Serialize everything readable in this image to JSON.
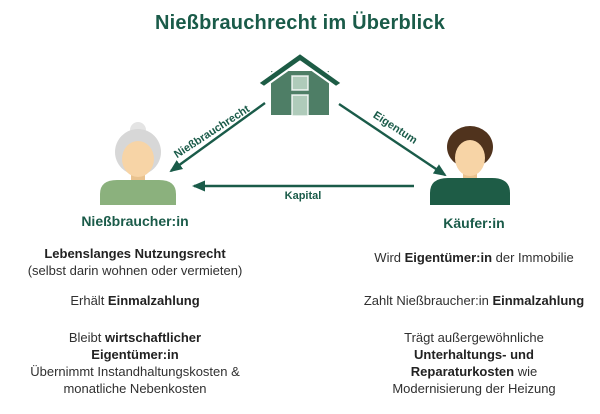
{
  "title": "Nießbrauchrecht im Überblick",
  "colors": {
    "bg": "#FFFFFF",
    "primary": "#1A5B49",
    "text": "#303030",
    "house_body": "#4E7E66",
    "house_roof": "#1D5C45",
    "house_window": "#AFCBBA",
    "skin": "#F7D4A6",
    "skin_shadow": "#E9C28E",
    "hair_gray": "#D7D7D7",
    "hair_gray_light": "#E4E4E4",
    "hair_brown": "#50331D",
    "shirt_sage": "#8BB17D",
    "shirt_dark": "#1E5C46"
  },
  "icons": {
    "house": "house-icon",
    "usufructuary": "elderly-woman-avatar-icon",
    "buyer": "young-man-avatar-icon"
  },
  "arrows": {
    "usufruct": {
      "label": "Nießbrauchrecht"
    },
    "ownership": {
      "label": "Eigentum"
    },
    "capital": {
      "label": "Kapital"
    }
  },
  "usufructuary": {
    "name": "Nießbraucher:in",
    "items": [
      [
        {
          "t": "Lebenslanges Nutzungsrecht",
          "b": true
        },
        {
          "br": true
        },
        {
          "t": "(selbst darin wohnen oder vermieten)"
        }
      ],
      [
        {
          "t": "Erhält "
        },
        {
          "t": "Einmalzahlung",
          "b": true
        }
      ],
      [
        {
          "t": "Bleibt "
        },
        {
          "t": "wirtschaftlicher",
          "b": true
        },
        {
          "br": true
        },
        {
          "t": "Eigentümer:in",
          "b": true
        },
        {
          "br": true
        },
        {
          "t": "Übernimmt Instandhaltungskosten &"
        },
        {
          "br": true
        },
        {
          "t": "monatliche Nebenkosten"
        }
      ]
    ]
  },
  "buyer": {
    "name": "Käufer:in",
    "items": [
      [
        {
          "t": "Wird "
        },
        {
          "t": "Eigentümer:in",
          "b": true
        },
        {
          "t": " der Immobilie"
        }
      ],
      [
        {
          "t": "Zahlt Nießbraucher:in "
        },
        {
          "t": "Einmalzahlung",
          "b": true
        }
      ],
      [
        {
          "t": "Trägt außergewöhnliche"
        },
        {
          "br": true
        },
        {
          "t": "Unterhaltungs- und",
          "b": true
        },
        {
          "br": true
        },
        {
          "t": "Reparaturkosten",
          "b": true
        },
        {
          "t": " wie"
        },
        {
          "br": true
        },
        {
          "t": "Modernisierung der Heizung"
        }
      ]
    ]
  }
}
